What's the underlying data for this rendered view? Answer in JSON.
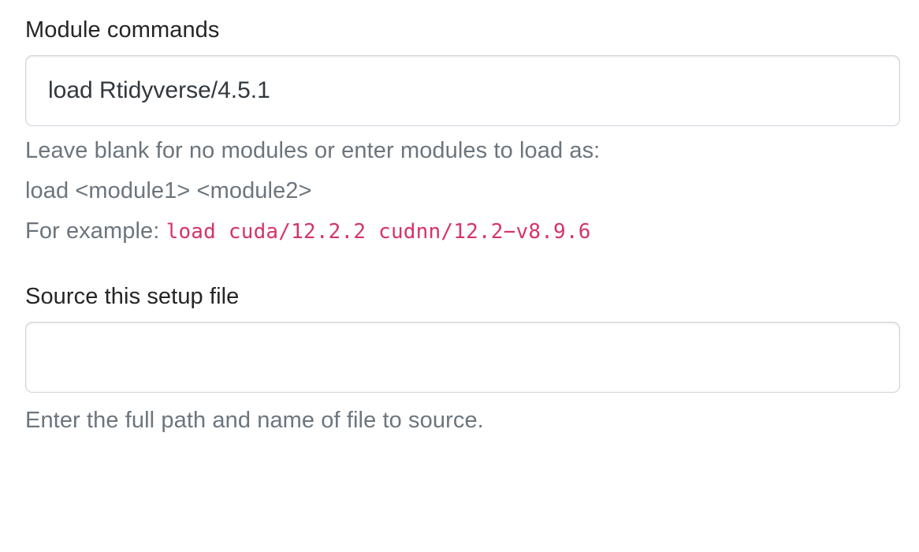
{
  "form": {
    "sections": [
      {
        "id": "module-commands",
        "label": "Module commands",
        "input": {
          "value": "load Rtidyverse/4.5.1",
          "placeholder": ""
        },
        "help": {
          "line1": "Leave blank for no modules or enter modules to load as:",
          "line2": "load <module1> <module2>",
          "line3_prefix": "For example: ",
          "line3_code": "load cuda/12.2.2 cudnn/12.2−v8.9.6"
        }
      },
      {
        "id": "source-setup-file",
        "label": "Source this setup file",
        "input": {
          "value": "",
          "placeholder": ""
        },
        "help": {
          "line1": "Enter the full path and name of file to source."
        }
      }
    ]
  },
  "colors": {
    "label_text": "#252525",
    "input_text": "#32383e",
    "help_text": "#6c757d",
    "code_accent": "#d6336c",
    "input_border": "#ced4da",
    "background": "#ffffff"
  }
}
